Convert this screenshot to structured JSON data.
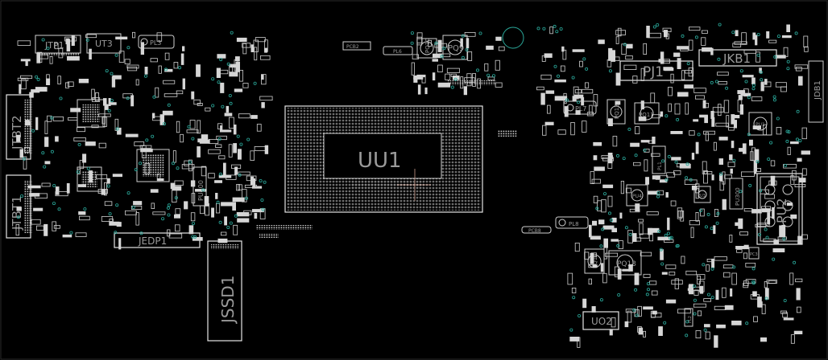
{
  "diagram": {
    "background": "#000000",
    "outline_color": "#d8d8d8",
    "via_color": "#2aa89a",
    "label_color": "#9a9a9a",
    "labels": {
      "uu1": "UU1",
      "jssd1": "JSSD1",
      "jtbt1": "JTBT1",
      "jtbt2": "JTBT2",
      "jedp1": "JEDP1",
      "jtp1": "JTP1",
      "ut3": "UT3",
      "pl3": "PL3",
      "pj1": "PJ1",
      "jkb1": "JKB1",
      "jdb1": "JDB1",
      "pq9": "PQ9",
      "pq10": "PQ10",
      "pq11": "PQ11",
      "pq12": "PQ12",
      "pq13": "PQ13",
      "pq14": "PQ14",
      "pl7": "PL7",
      "pl8": "PL8",
      "pl6": "PL6",
      "pu2": "PU2",
      "uo2": "UO2",
      "pcb2": "PCB2",
      "pcb8": "PCB8",
      "pl1": "PL1",
      "pu1": "PU1",
      "pu3": "PU3",
      "pl2": "PL2",
      "pu400": "PU400",
      "pu300": "PU300",
      "pu4": "PU4",
      "pc3": "PC3"
    }
  }
}
